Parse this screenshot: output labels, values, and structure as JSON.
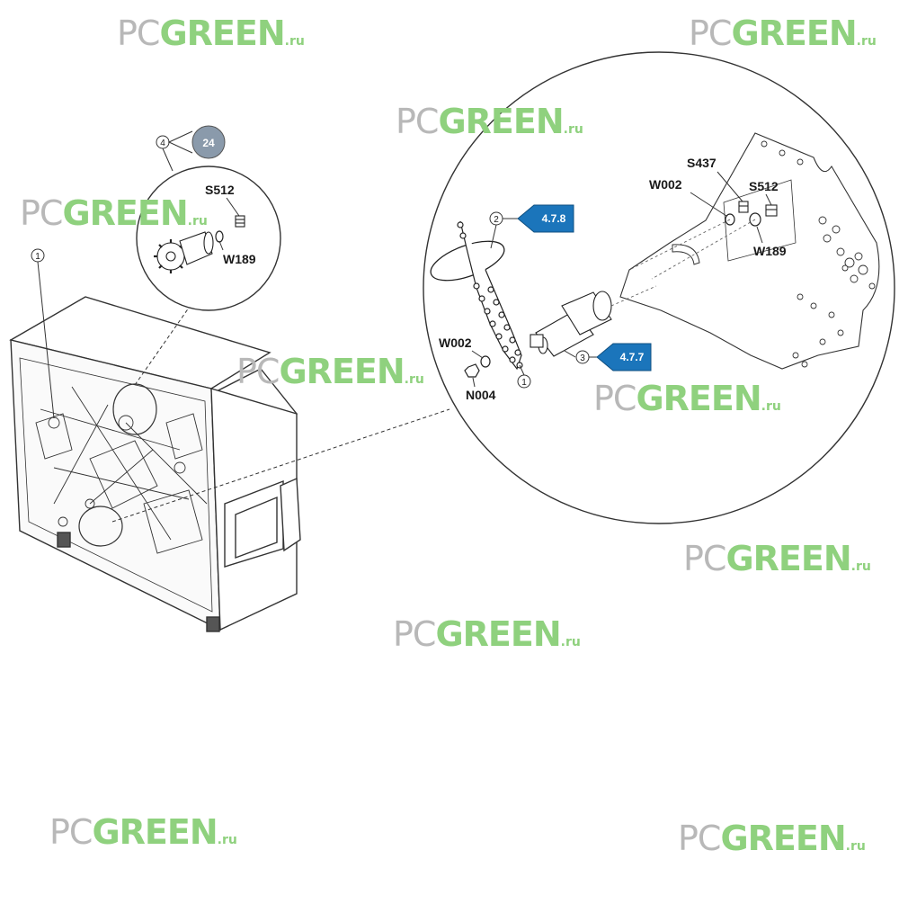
{
  "watermark": {
    "prefix": "PC",
    "brand": "GREEN",
    "suffix": ".ru"
  },
  "colors": {
    "tag_blue": "#1b75bb",
    "tag_gray": "#8a9aab",
    "watermark_green": "#8fd17e",
    "watermark_gray": "#b8b8b8"
  },
  "detail_small": {
    "callout_number": "4",
    "reference_badge": "24",
    "labels": {
      "screw": "S512",
      "washer": "W189"
    }
  },
  "machine": {
    "callout_number": "1"
  },
  "detail_large": {
    "callouts": {
      "chain": "1",
      "sprocket_ring": "2",
      "shaft": "3"
    },
    "reference_tags": {
      "sprocket_ring": "4.7.8",
      "shaft": "4.7.7"
    },
    "labels": {
      "washer_left": "W002",
      "nut": "N004",
      "screw_top": "S437",
      "washer_top": "W002",
      "screw_right": "S512",
      "washer_right": "W189"
    }
  }
}
